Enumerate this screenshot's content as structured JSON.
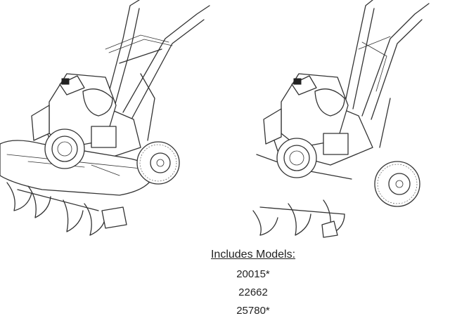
{
  "illustrations": {
    "left": {
      "icon": "garden-tiller-rear-tines-icon"
    },
    "right": {
      "icon": "garden-tiller-front-wheel-icon"
    }
  },
  "models": {
    "heading": "Includes Models:",
    "items": [
      "20015*",
      "22662",
      "25780*"
    ]
  }
}
